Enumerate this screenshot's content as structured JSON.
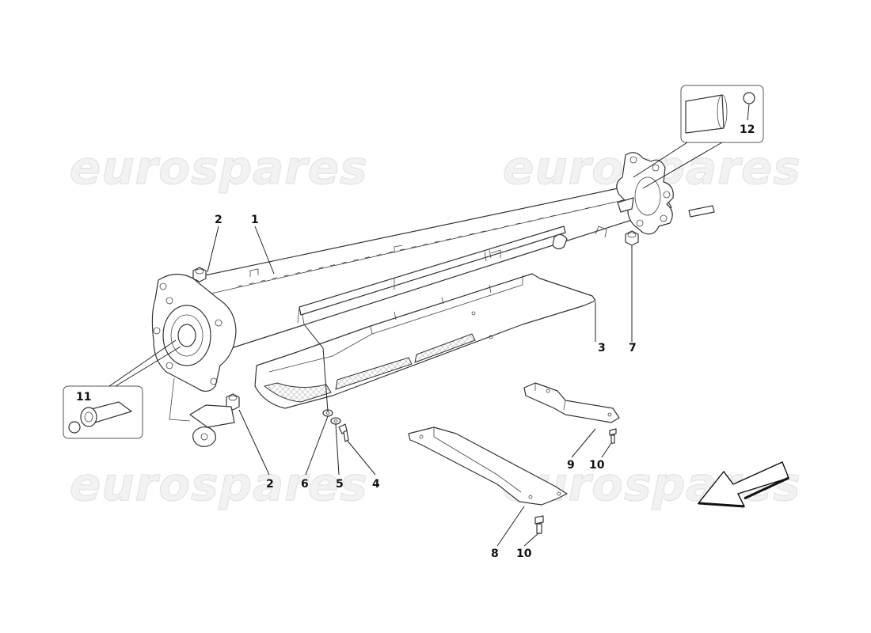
{
  "watermark": "eurospares",
  "callouts": {
    "c1": "1",
    "c2a": "2",
    "c2b": "2",
    "c3": "3",
    "c4": "4",
    "c5": "5",
    "c6": "6",
    "c7": "7",
    "c8": "8",
    "c9": "9",
    "c10a": "10",
    "c10b": "10",
    "c11": "11",
    "c12": "12"
  },
  "parts": [
    {
      "ref": "1",
      "icon": "transmission-tube-icon"
    },
    {
      "ref": "2",
      "icon": "nut-icon"
    },
    {
      "ref": "3",
      "icon": "heat-shield-icon"
    },
    {
      "ref": "4",
      "icon": "screw-icon"
    },
    {
      "ref": "5",
      "icon": "washer-icon"
    },
    {
      "ref": "6",
      "icon": "washer-icon"
    },
    {
      "ref": "7",
      "icon": "nut-icon"
    },
    {
      "ref": "8",
      "icon": "bracket-icon"
    },
    {
      "ref": "9",
      "icon": "bracket-icon"
    },
    {
      "ref": "10",
      "icon": "screw-icon"
    },
    {
      "ref": "11",
      "icon": "bushing-icon"
    },
    {
      "ref": "12",
      "icon": "cap-icon"
    }
  ],
  "direction_arrow": {
    "icon": "direction-arrow-icon"
  }
}
